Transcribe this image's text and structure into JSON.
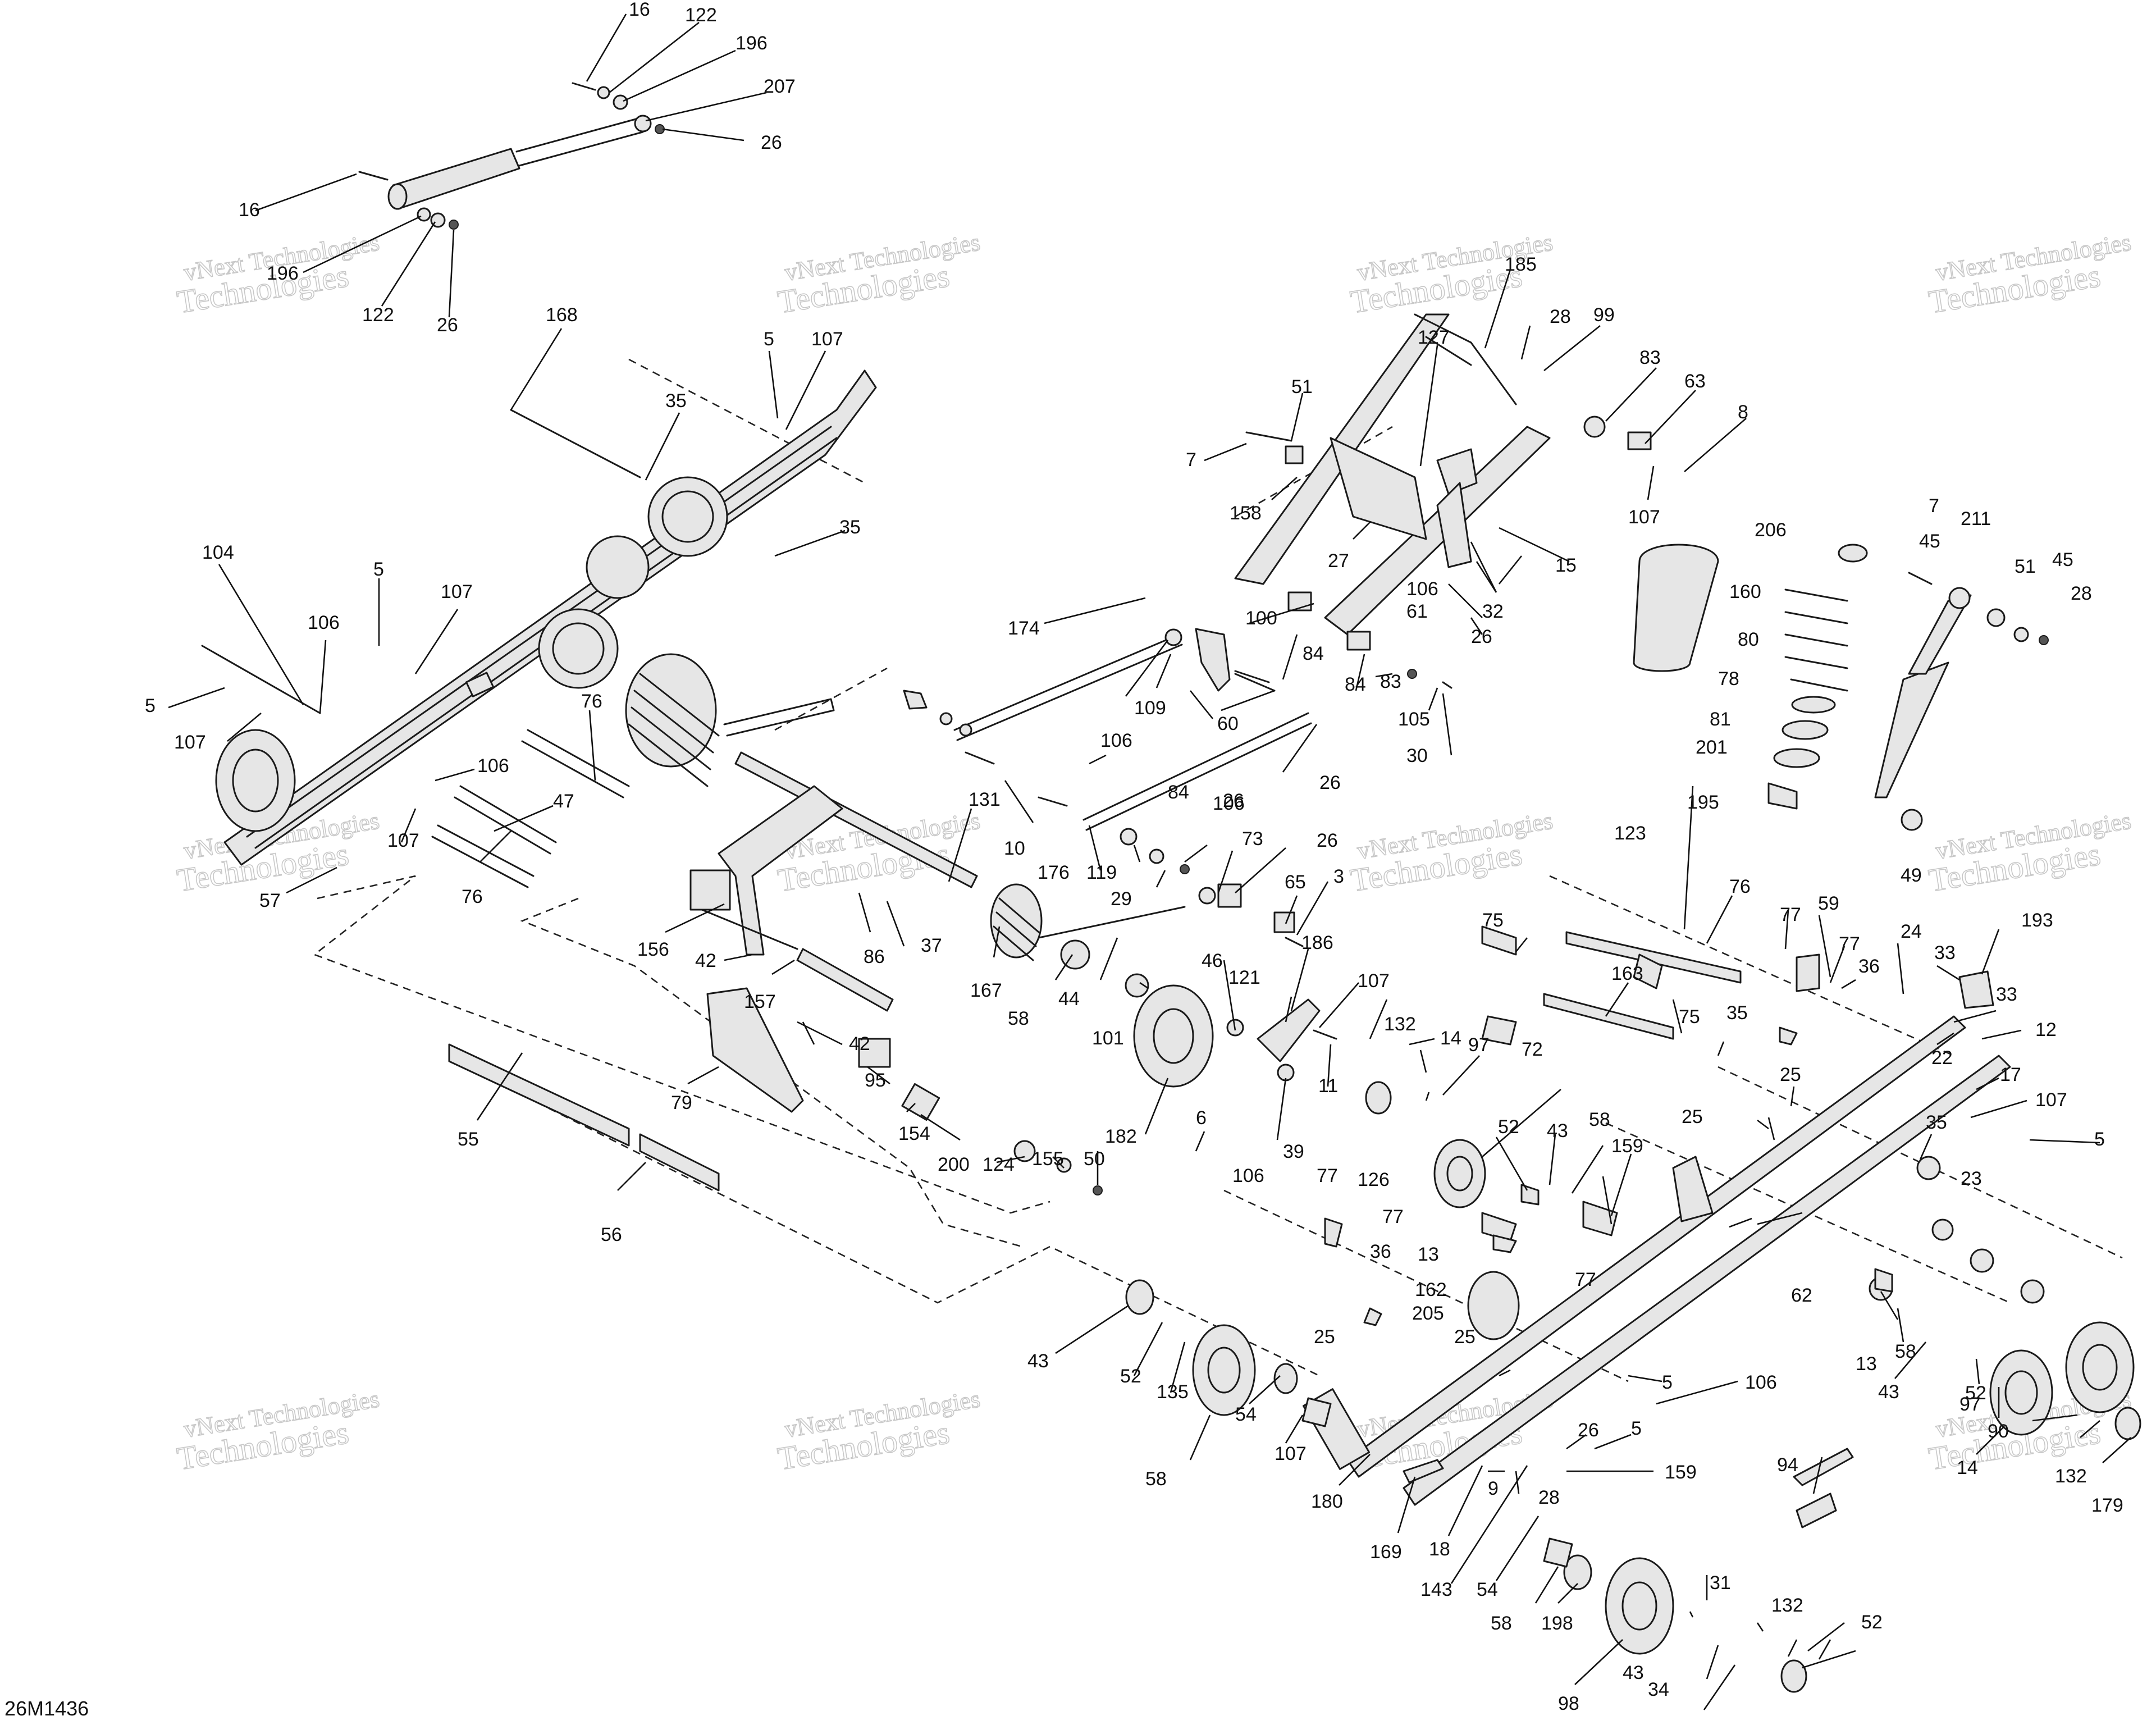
{
  "diagram_code": "26M1436",
  "watermark": {
    "line1": "vNext Technologies",
    "line2": "Technologies"
  },
  "callouts": [
    {
      "id": "c1",
      "text": "16"
    },
    {
      "id": "c2",
      "text": "122"
    },
    {
      "id": "c3",
      "text": "196"
    },
    {
      "id": "c4",
      "text": "207"
    },
    {
      "id": "c5",
      "text": "26"
    },
    {
      "id": "c6",
      "text": "16"
    },
    {
      "id": "c7",
      "text": "196"
    },
    {
      "id": "c8",
      "text": "122"
    },
    {
      "id": "c9",
      "text": "26"
    },
    {
      "id": "c10",
      "text": "168"
    },
    {
      "id": "c11",
      "text": "5"
    },
    {
      "id": "c12",
      "text": "107"
    },
    {
      "id": "c13",
      "text": "35"
    },
    {
      "id": "c14",
      "text": "35"
    },
    {
      "id": "c15",
      "text": "104"
    },
    {
      "id": "c16",
      "text": "5"
    },
    {
      "id": "c17",
      "text": "107"
    },
    {
      "id": "c18",
      "text": "106"
    },
    {
      "id": "c19",
      "text": "5"
    },
    {
      "id": "c20",
      "text": "107"
    },
    {
      "id": "c21",
      "text": "76"
    },
    {
      "id": "c22",
      "text": "106"
    },
    {
      "id": "c23",
      "text": "47"
    },
    {
      "id": "c24",
      "text": "107"
    },
    {
      "id": "c25",
      "text": "57"
    },
    {
      "id": "c26",
      "text": "76"
    },
    {
      "id": "c27",
      "text": "185"
    },
    {
      "id": "c28",
      "text": "28"
    },
    {
      "id": "c29",
      "text": "99"
    },
    {
      "id": "c30",
      "text": "83"
    },
    {
      "id": "c31",
      "text": "63"
    },
    {
      "id": "c32",
      "text": "8"
    },
    {
      "id": "c33",
      "text": "51"
    },
    {
      "id": "c34",
      "text": "127"
    },
    {
      "id": "c35",
      "text": "7"
    },
    {
      "id": "c36",
      "text": "107"
    },
    {
      "id": "c37",
      "text": "158"
    },
    {
      "id": "c38",
      "text": "27"
    },
    {
      "id": "c39",
      "text": "15"
    },
    {
      "id": "c40",
      "text": "32"
    },
    {
      "id": "c41",
      "text": "106"
    },
    {
      "id": "c42",
      "text": "61"
    },
    {
      "id": "c43",
      "text": "26"
    },
    {
      "id": "c44",
      "text": "174"
    },
    {
      "id": "c45",
      "text": "100"
    },
    {
      "id": "c46",
      "text": "84"
    },
    {
      "id": "c47",
      "text": "84"
    },
    {
      "id": "c48",
      "text": "83"
    },
    {
      "id": "c49",
      "text": "105"
    },
    {
      "id": "c50",
      "text": "109"
    },
    {
      "id": "c51",
      "text": "60"
    },
    {
      "id": "c52",
      "text": "30"
    },
    {
      "id": "c53",
      "text": "106"
    },
    {
      "id": "c54",
      "text": "26"
    },
    {
      "id": "c55",
      "text": "106"
    },
    {
      "id": "c56",
      "text": "84"
    },
    {
      "id": "c57",
      "text": "26"
    },
    {
      "id": "c58",
      "text": "10"
    },
    {
      "id": "c59",
      "text": "176"
    },
    {
      "id": "c60",
      "text": "119"
    },
    {
      "id": "c61",
      "text": "29"
    },
    {
      "id": "c62",
      "text": "26"
    },
    {
      "id": "c63",
      "text": "73"
    },
    {
      "id": "c64",
      "text": "131"
    },
    {
      "id": "c65",
      "text": "65"
    },
    {
      "id": "c66",
      "text": "3"
    },
    {
      "id": "c67",
      "text": "156"
    },
    {
      "id": "c68",
      "text": "42"
    },
    {
      "id": "c69",
      "text": "86"
    },
    {
      "id": "c70",
      "text": "37"
    },
    {
      "id": "c71",
      "text": "167"
    },
    {
      "id": "c72",
      "text": "157"
    },
    {
      "id": "c73",
      "text": "42"
    },
    {
      "id": "c74",
      "text": "58"
    },
    {
      "id": "c75",
      "text": "44"
    },
    {
      "id": "c76",
      "text": "101"
    },
    {
      "id": "c77",
      "text": "46"
    },
    {
      "id": "c78",
      "text": "186"
    },
    {
      "id": "c79",
      "text": "121"
    },
    {
      "id": "c80",
      "text": "107"
    },
    {
      "id": "c81",
      "text": "79"
    },
    {
      "id": "c82",
      "text": "95"
    },
    {
      "id": "c83",
      "text": "154"
    },
    {
      "id": "c84",
      "text": "200"
    },
    {
      "id": "c85",
      "text": "124"
    },
    {
      "id": "c86",
      "text": "155"
    },
    {
      "id": "c87",
      "text": "50"
    },
    {
      "id": "c88",
      "text": "182"
    },
    {
      "id": "c89",
      "text": "6"
    },
    {
      "id": "c90",
      "text": "39"
    },
    {
      "id": "c91",
      "text": "11"
    },
    {
      "id": "c92",
      "text": "55"
    },
    {
      "id": "c93",
      "text": "56"
    },
    {
      "id": "c94",
      "text": "206"
    },
    {
      "id": "c95",
      "text": "160"
    },
    {
      "id": "c96",
      "text": "80"
    },
    {
      "id": "c97",
      "text": "78"
    },
    {
      "id": "c98",
      "text": "81"
    },
    {
      "id": "c99",
      "text": "201"
    },
    {
      "id": "c100",
      "text": "195"
    },
    {
      "id": "c101",
      "text": "7"
    },
    {
      "id": "c102",
      "text": "45"
    },
    {
      "id": "c103",
      "text": "211"
    },
    {
      "id": "c104",
      "text": "51"
    },
    {
      "id": "c105",
      "text": "45"
    },
    {
      "id": "c106",
      "text": "28"
    },
    {
      "id": "c107",
      "text": "49"
    },
    {
      "id": "c108",
      "text": "123"
    },
    {
      "id": "c109",
      "text": "76"
    },
    {
      "id": "c110",
      "text": "75"
    },
    {
      "id": "c111",
      "text": "163"
    },
    {
      "id": "c112",
      "text": "75"
    },
    {
      "id": "c113",
      "text": "77"
    },
    {
      "id": "c114",
      "text": "59"
    },
    {
      "id": "c115",
      "text": "77"
    },
    {
      "id": "c116",
      "text": "36"
    },
    {
      "id": "c117",
      "text": "24"
    },
    {
      "id": "c118",
      "text": "33"
    },
    {
      "id": "c119",
      "text": "193"
    },
    {
      "id": "c120",
      "text": "33"
    },
    {
      "id": "c121",
      "text": "12"
    },
    {
      "id": "c122",
      "text": "22"
    },
    {
      "id": "c123",
      "text": "17"
    },
    {
      "id": "c124",
      "text": "107"
    },
    {
      "id": "c125",
      "text": "5"
    },
    {
      "id": "c126",
      "text": "132"
    },
    {
      "id": "c127",
      "text": "14"
    },
    {
      "id": "c128",
      "text": "97"
    },
    {
      "id": "c129",
      "text": "72"
    },
    {
      "id": "c130",
      "text": "52"
    },
    {
      "id": "c131",
      "text": "43"
    },
    {
      "id": "c132",
      "text": "58"
    },
    {
      "id": "c133",
      "text": "159"
    },
    {
      "id": "c134",
      "text": "35"
    },
    {
      "id": "c135",
      "text": "25"
    },
    {
      "id": "c136",
      "text": "25"
    },
    {
      "id": "c137",
      "text": "35"
    },
    {
      "id": "c138",
      "text": "23"
    },
    {
      "id": "c139",
      "text": "106"
    },
    {
      "id": "c140",
      "text": "77"
    },
    {
      "id": "c141",
      "text": "126"
    },
    {
      "id": "c142",
      "text": "77"
    },
    {
      "id": "c143",
      "text": "36"
    },
    {
      "id": "c144",
      "text": "13"
    },
    {
      "id": "c145",
      "text": "77"
    },
    {
      "id": "c146",
      "text": "162"
    },
    {
      "id": "c147",
      "text": "205"
    },
    {
      "id": "c148",
      "text": "25"
    },
    {
      "id": "c149",
      "text": "25"
    },
    {
      "id": "c150",
      "text": "62"
    },
    {
      "id": "c151",
      "text": "43"
    },
    {
      "id": "c152",
      "text": "52"
    },
    {
      "id": "c153",
      "text": "135"
    },
    {
      "id": "c154",
      "text": "58"
    },
    {
      "id": "c155",
      "text": "54"
    },
    {
      "id": "c156",
      "text": "107"
    },
    {
      "id": "c157",
      "text": "5"
    },
    {
      "id": "c158",
      "text": "106"
    },
    {
      "id": "c159",
      "text": "26"
    },
    {
      "id": "c160",
      "text": "5"
    },
    {
      "id": "c161",
      "text": "159"
    },
    {
      "id": "c162",
      "text": "13"
    },
    {
      "id": "c163",
      "text": "58"
    },
    {
      "id": "c164",
      "text": "43"
    },
    {
      "id": "c165",
      "text": "52"
    },
    {
      "id": "c166",
      "text": "97"
    },
    {
      "id": "c167",
      "text": "90"
    },
    {
      "id": "c168",
      "text": "14"
    },
    {
      "id": "c169",
      "text": "132"
    },
    {
      "id": "c170",
      "text": "179"
    },
    {
      "id": "c171",
      "text": "180"
    },
    {
      "id": "c172",
      "text": "169"
    },
    {
      "id": "c173",
      "text": "18"
    },
    {
      "id": "c174",
      "text": "9"
    },
    {
      "id": "c175",
      "text": "28"
    },
    {
      "id": "c176",
      "text": "143"
    },
    {
      "id": "c177",
      "text": "54"
    },
    {
      "id": "c178",
      "text": "58"
    },
    {
      "id": "c179",
      "text": "198"
    },
    {
      "id": "c180",
      "text": "94"
    },
    {
      "id": "c181",
      "text": "98"
    },
    {
      "id": "c182",
      "text": "31"
    },
    {
      "id": "c183",
      "text": "132"
    },
    {
      "id": "c184",
      "text": "52"
    },
    {
      "id": "c185",
      "text": "43"
    },
    {
      "id": "c186",
      "text": "34"
    }
  ]
}
